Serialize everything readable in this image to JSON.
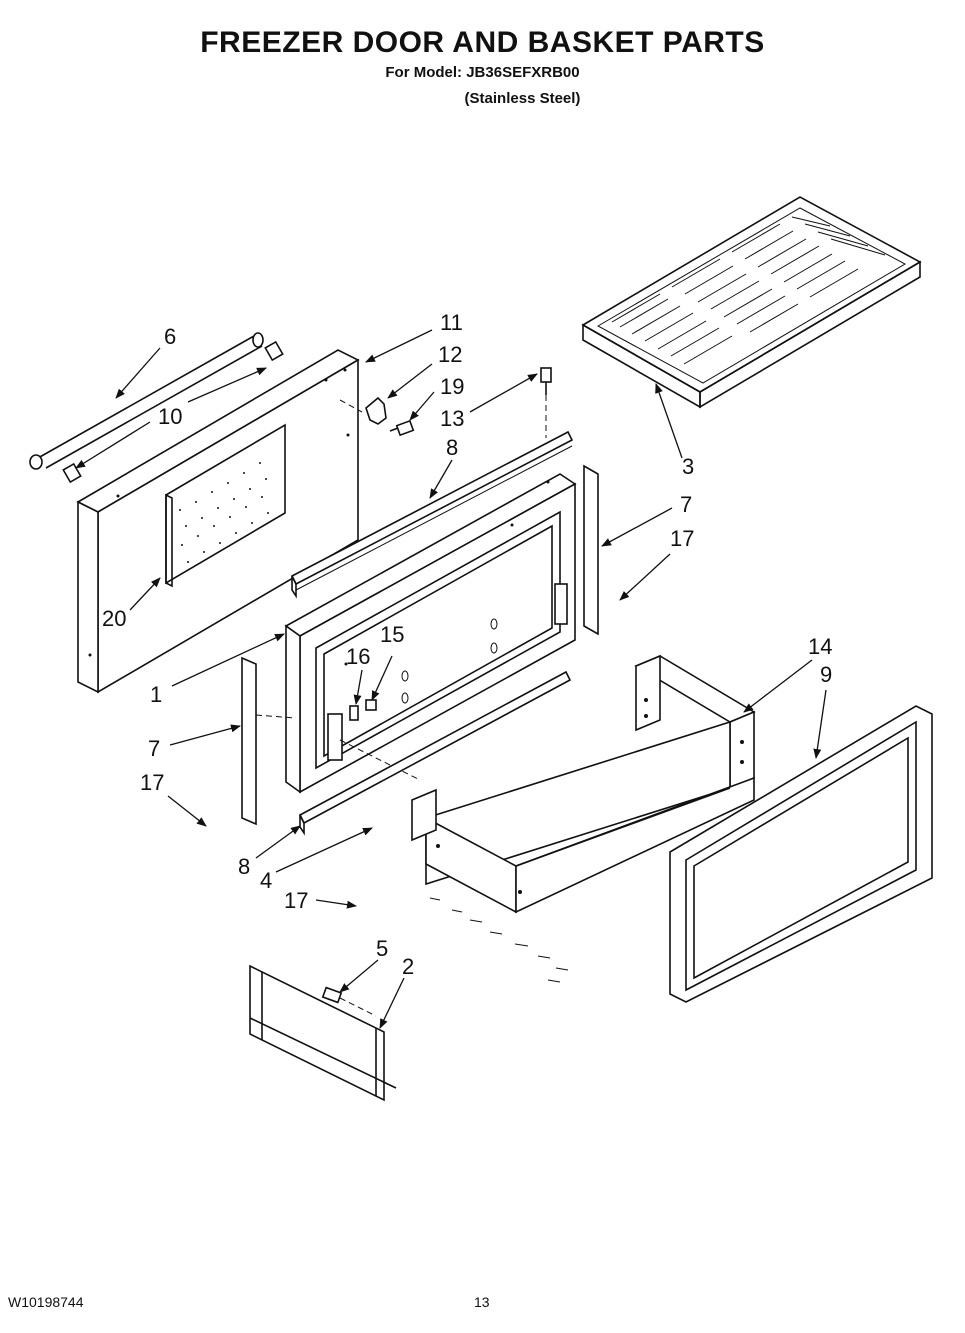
{
  "header": {
    "title": "FREEZER DOOR AND BASKET PARTS",
    "model_line": "For Model: JB36SEFXRB00",
    "finish_line": "(Stainless Steel)"
  },
  "footer": {
    "doc_number": "W10198744",
    "page_number": "13"
  },
  "callouts": {
    "c1": "1",
    "c2": "2",
    "c3": "3",
    "c4": "4",
    "c5": "5",
    "c6": "6",
    "c7a": "7",
    "c7b": "7",
    "c8a": "8",
    "c8b": "8",
    "c9": "9",
    "c10": "10",
    "c11": "11",
    "c12": "12",
    "c13": "13",
    "c14": "14",
    "c15": "15",
    "c16": "16",
    "c17a": "17",
    "c17b": "17",
    "c17c": "17",
    "c19": "19",
    "c20": "20"
  }
}
